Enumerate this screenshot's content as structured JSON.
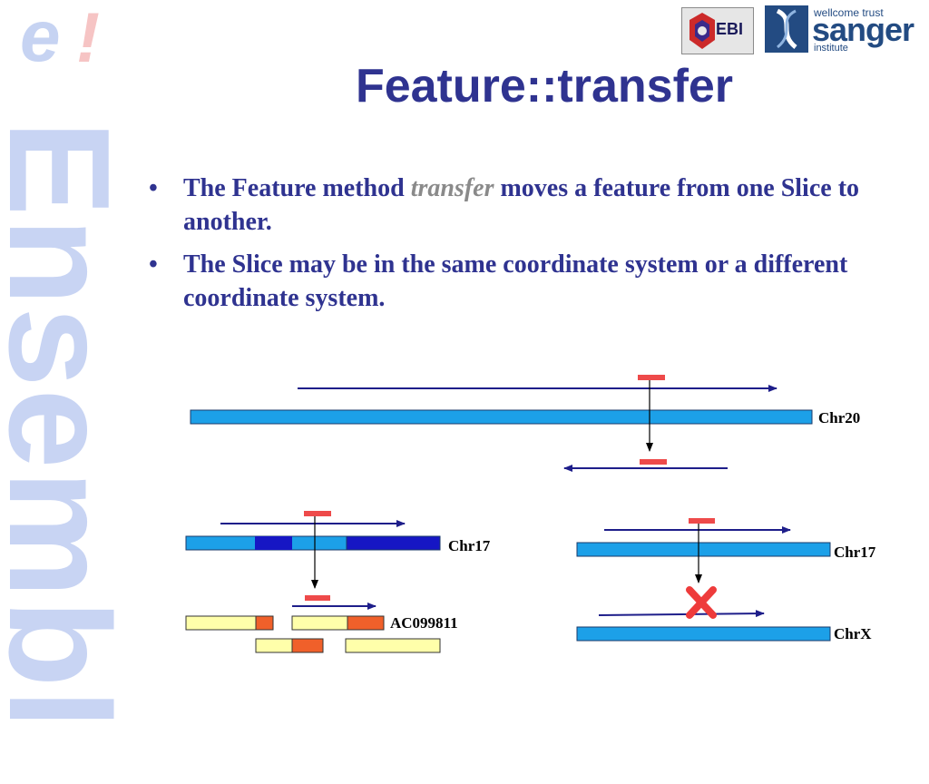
{
  "slide": {
    "title": "Feature::transfer",
    "logo_e": "e",
    "logo_bang": "!",
    "logo_word": "Ensembl",
    "logo_ebi": "EBI",
    "logo_sanger_top": "wellcome trust",
    "logo_sanger_main": "sanger",
    "logo_sanger_bottom": "institute"
  },
  "bullets": [
    {
      "pre": "The Feature method ",
      "em": "transfer",
      "post": " moves a feature from one Slice to another."
    },
    {
      "pre": "The Slice may be in the same coordinate system or a different coordinate system.",
      "em": "",
      "post": ""
    }
  ],
  "diagram": {
    "labels": {
      "chr20": "Chr20",
      "chr17_left": "Chr17",
      "ac099811": "AC099811",
      "chr17_right": "Chr17",
      "chrx": "ChrX"
    },
    "colors": {
      "slice_blue": "#1ca0e8",
      "dark_blue": "#1616c4",
      "feature_red": "#ee4a4a",
      "contig_yellow": "#ffffaa",
      "contig_orange": "#f0602a",
      "arrow": "#1e1e8a",
      "cross": "#ee3b3b"
    }
  }
}
